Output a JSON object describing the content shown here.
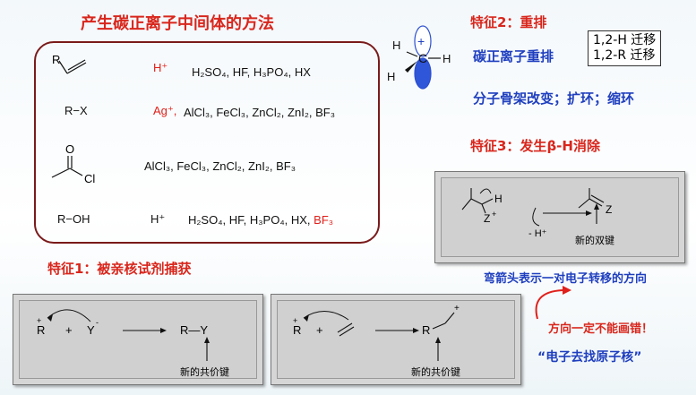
{
  "main_title": "产生碳正离子中间体的方法",
  "methods": [
    {
      "substrate": "R",
      "reagent_lead": "H⁺",
      "conditions": "H₂SO₄, HF, H₃PO₄, HX"
    },
    {
      "substrate": "R−X",
      "reagent_lead": "Ag⁺,",
      "conditions": "AlCl₃, FeCl₃, ZnCl₂, ZnI₂, BF₃"
    },
    {
      "substrate_o": "O",
      "substrate_cl": "Cl",
      "conditions": "AlCl₃, FeCl₃, ZnCl₂, ZnI₂, BF₃"
    },
    {
      "substrate": "R−OH",
      "reagent_lead": "H⁺",
      "conditions": "H₂SO₄, HF, H₃PO₄, HX,",
      "conditions_tail": "BF₃"
    }
  ],
  "carbocation": {
    "h1": "H",
    "h2": "H",
    "h3": "H",
    "c": "C",
    "plus": "+"
  },
  "feature2": {
    "title": "特征2：重排",
    "subtitle": "碳正离子重排",
    "shifts": [
      "1,2-H 迁移",
      "1,2-R 迁移"
    ],
    "skeleton": "分子骨架改变；扩环；缩环"
  },
  "feature3": {
    "title": "特征3：发生β-H消除",
    "scheme": {
      "h": "H",
      "z_left": "Z",
      "plus": "+",
      "minus_h": "- H⁺",
      "z_right": "Z",
      "caption": "新的双键"
    }
  },
  "feature1": {
    "title": "特征1：被亲核试剂捕获"
  },
  "scheme_left": {
    "r": "R",
    "plus_sup": "+",
    "op": "+",
    "y": "Y",
    "minus_sup": "-",
    "product": "R—Y",
    "caption": "新的共价键"
  },
  "scheme_right": {
    "r": "R",
    "plus_sup": "+",
    "op": "+",
    "product_r": "R",
    "product_plus": "+",
    "caption": "新的共价键"
  },
  "notes": {
    "arrow_note": "弯箭头表示一对电子转移的方向",
    "direction_note": "方向一定不能画错！",
    "electron_note": "“电子去找原子核”"
  },
  "colors": {
    "title_red": "#d9261c",
    "accent_blue": "#1f3fbf",
    "reagent_red": "#e0201a"
  }
}
